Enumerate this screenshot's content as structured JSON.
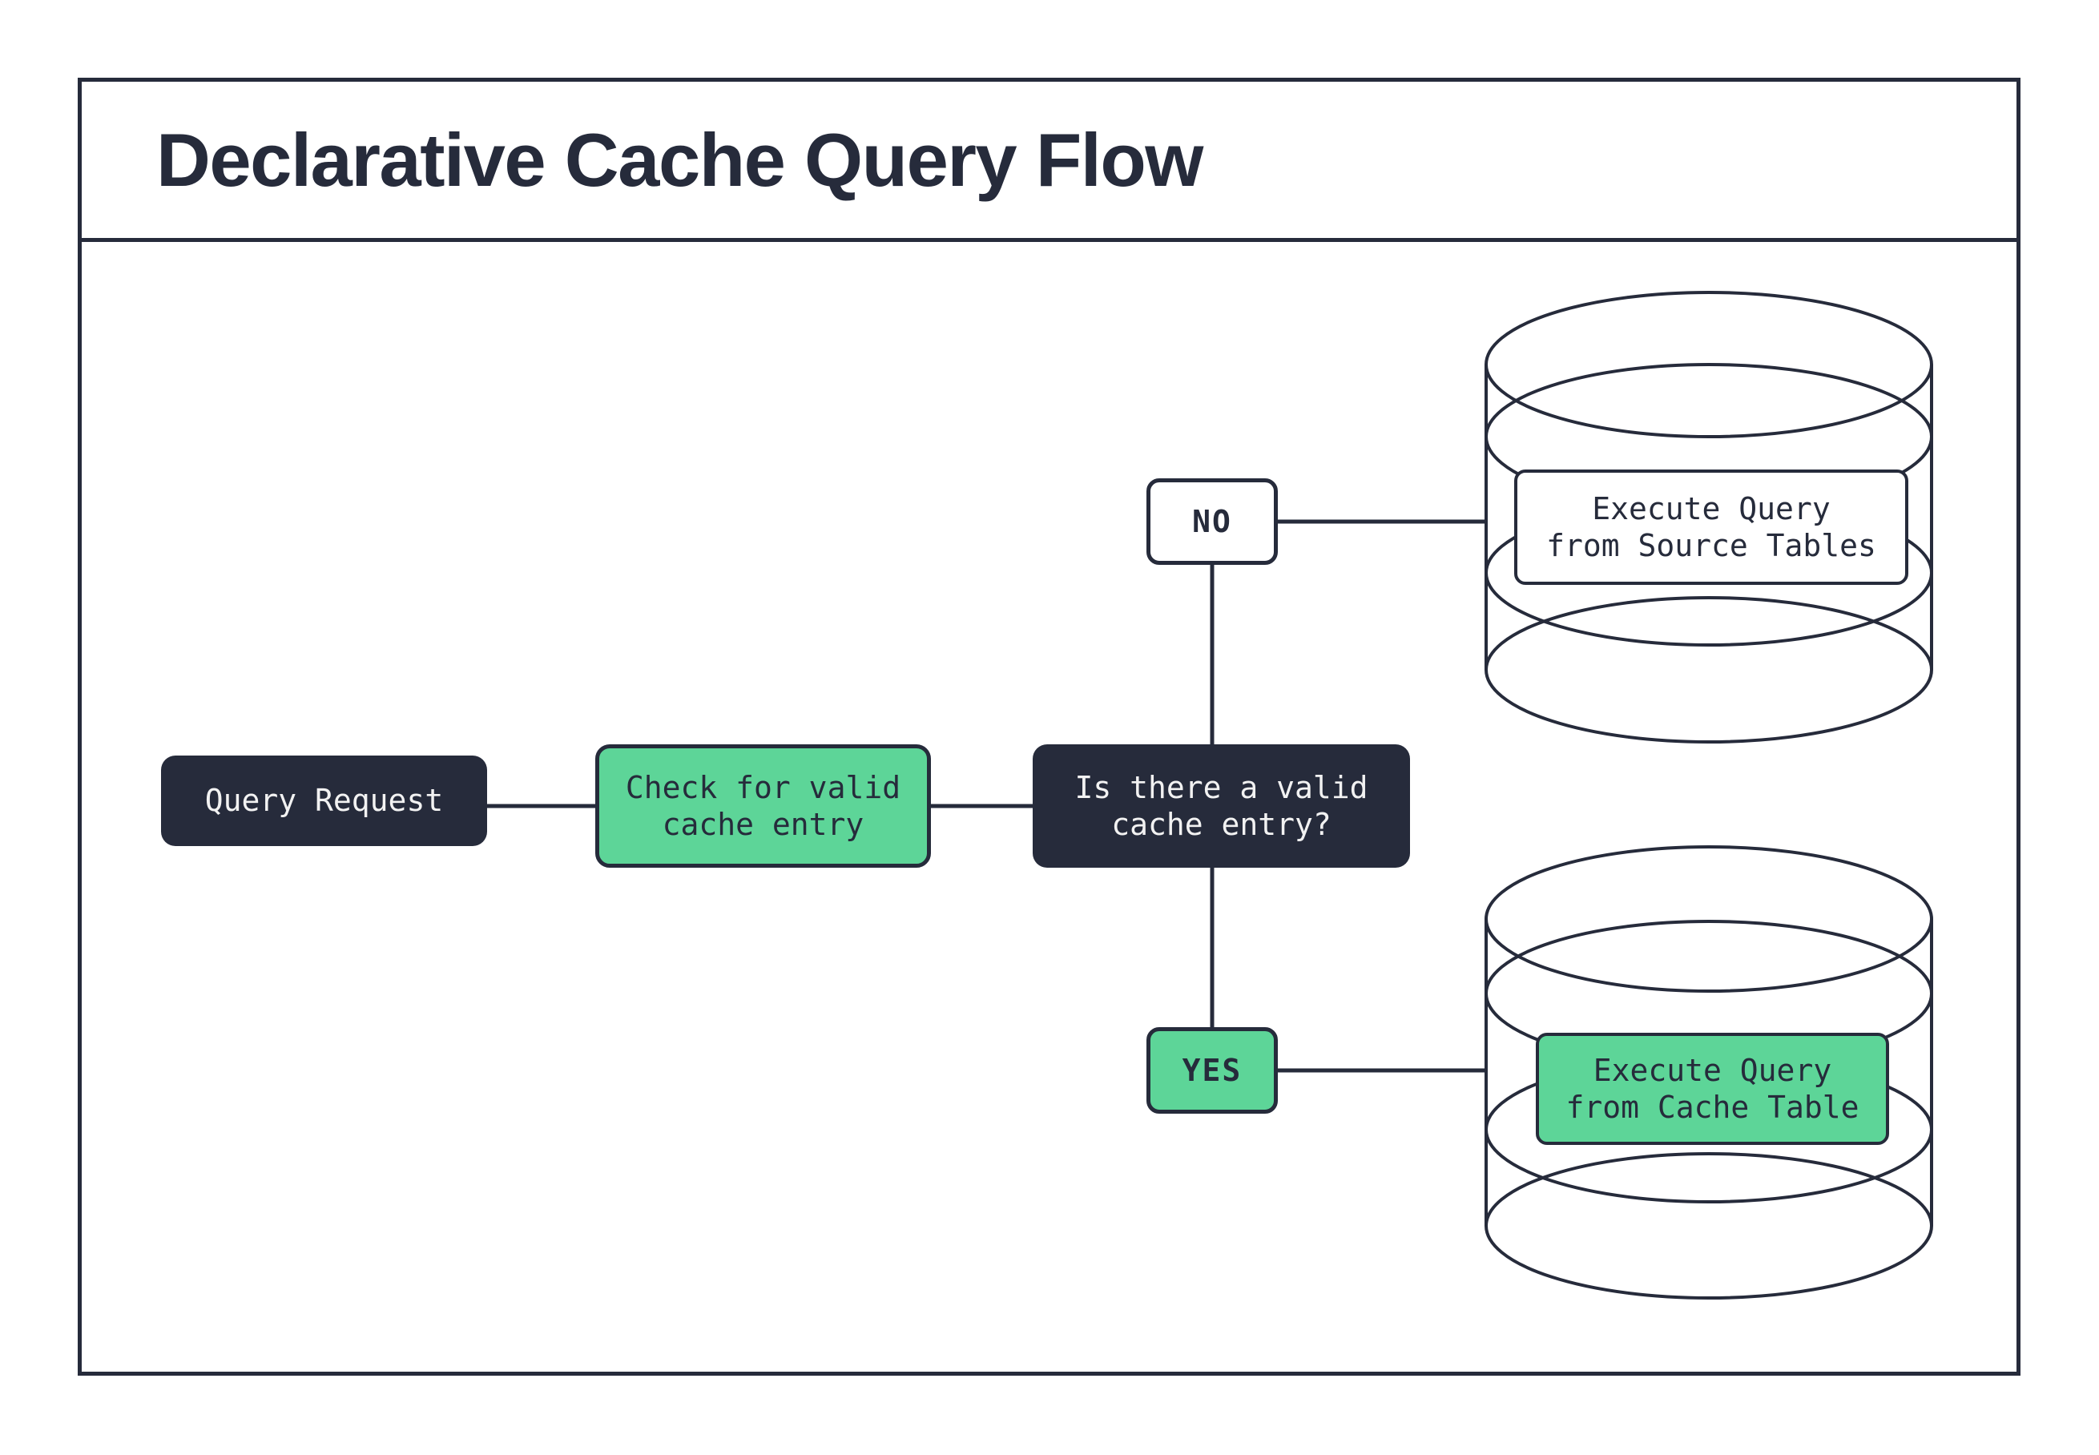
{
  "title": "Declarative Cache Query Flow",
  "colors": {
    "ink": "#262b3b",
    "green": "#5dd598",
    "paper": "#ffffff",
    "light": "#f2f2f2"
  },
  "nodes": {
    "query_request": "Query Request",
    "check_cache": "Check for valid\ncache entry",
    "decision": "Is there a valid\ncache entry?",
    "branch_no": "NO",
    "branch_yes": "YES",
    "source_db": "Execute Query\nfrom Source Tables",
    "cache_db": "Execute Query\nfrom Cache Table"
  }
}
